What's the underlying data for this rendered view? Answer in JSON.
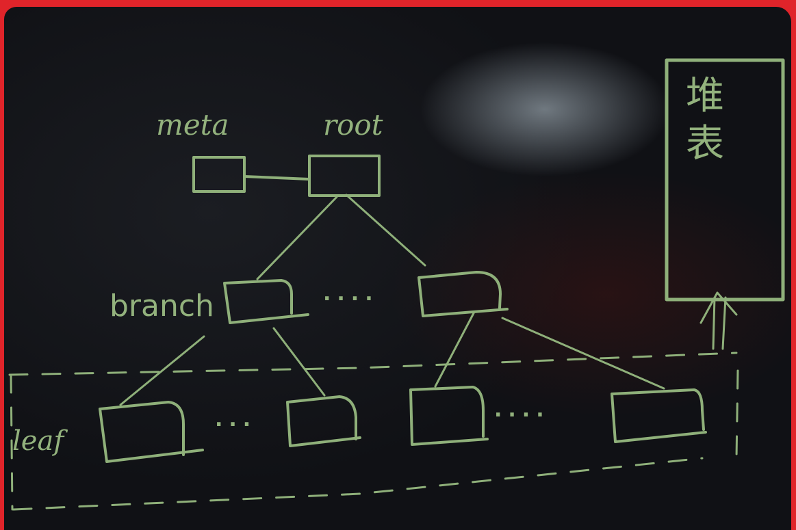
{
  "labels": {
    "meta": "meta",
    "root": "root",
    "branch": "branch",
    "leaf": "leaf",
    "heap": "堆表"
  },
  "ellipsis": {
    "branch_gap": "....",
    "leaf_gap_left": "...",
    "leaf_gap_right": "...."
  },
  "colors": {
    "chalk": "#8fb07a",
    "board": "#101115",
    "frame": "#e0242a"
  }
}
